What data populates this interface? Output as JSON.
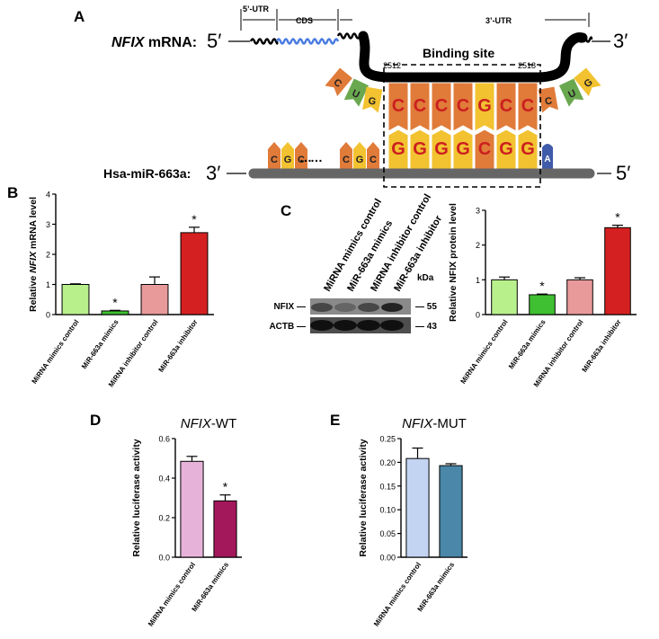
{
  "panels": {
    "A": "A",
    "B": "B",
    "C": "C",
    "D": "D",
    "E": "E"
  },
  "diagram": {
    "utr5": "5’-UTR",
    "cds": "CDS",
    "utr3": "3’-UTR",
    "mrna_gene": "NFIX",
    "mrna_suffix": " mRNA:",
    "mrna_five": "5′",
    "mrna_three": "3′",
    "binding_site": "Binding site",
    "pos_start": "2512",
    "pos_end": "2518",
    "mirna_label": "Hsa-miR-663a:",
    "mirna_three": "3′",
    "mirna_five": "5′",
    "top_bases": [
      "C",
      "C",
      "C",
      "C",
      "G",
      "C",
      "C"
    ],
    "bottom_bases": [
      "G",
      "G",
      "G",
      "G",
      "C",
      "G",
      "G"
    ],
    "left_flank_top": [
      "C",
      "U",
      "G"
    ],
    "right_flank_top": [
      "C",
      "U",
      "G"
    ],
    "left_mirna_bases": [
      "C",
      "G",
      "C"
    ],
    "dots": "……",
    "mid_mirna_bases": [
      "C",
      "G",
      "C"
    ],
    "right_mirna_base": "A",
    "colors": {
      "orange": "#e07b39",
      "yellow": "#f2c230",
      "green": "#6aa84f",
      "blue": "#3f5ba9",
      "red_letter": "#cc1f1f",
      "cds_wave": "#4a7be0"
    }
  },
  "blot": {
    "lanes": [
      "MiRNA mimics control",
      "MiR-663a mimics",
      "MiRNA inhibitor control",
      "MiR-663a inhibitor"
    ],
    "kda": "kDa",
    "rows": [
      {
        "label": "NFIX —",
        "size": "— 55"
      },
      {
        "label": "ACTB —",
        "size": "— 43"
      }
    ]
  },
  "chart_data": [
    {
      "panel": "B",
      "type": "bar",
      "categories": [
        "MiRNA mimics control",
        "MiR-663a mimics",
        "MiRNA inhibitor control",
        "MiR-663a inhibitor"
      ],
      "values": [
        1.0,
        0.12,
        1.0,
        2.72
      ],
      "errors": [
        0.02,
        0.02,
        0.25,
        0.18
      ],
      "significance": [
        "",
        "*",
        "",
        "*"
      ],
      "colors": [
        "#b8f08c",
        "#3fbf32",
        "#e89a9a",
        "#d42020"
      ],
      "ylabel_prefix": "Relative ",
      "ylabel_gene": "NFIX",
      "ylabel_suffix": " mRNA level",
      "ylim": [
        0,
        4
      ],
      "yticks": [
        "0",
        "1",
        "2",
        "3",
        "4"
      ]
    },
    {
      "panel": "C",
      "type": "bar",
      "categories": [
        "MiRNA mimics control",
        "MiR-663a mimics",
        "MiRNA inhibitor control",
        "MiR-663a inhibitor"
      ],
      "values": [
        1.0,
        0.57,
        1.0,
        2.5
      ],
      "errors": [
        0.08,
        0.02,
        0.06,
        0.07
      ],
      "significance": [
        "",
        "*",
        "",
        "*"
      ],
      "colors": [
        "#b8f08c",
        "#3fbf32",
        "#e89a9a",
        "#d42020"
      ],
      "ylabel": "Relative NFIX protein level",
      "ylim": [
        0,
        3
      ],
      "yticks": [
        "0",
        "1",
        "2",
        "3"
      ]
    },
    {
      "panel": "D",
      "type": "bar",
      "title_gene": "NFIX",
      "title_suffix": "-WT",
      "categories": [
        "MiRNA mimics control",
        "MiR-663a mimics"
      ],
      "values": [
        0.485,
        0.285
      ],
      "errors": [
        0.025,
        0.03
      ],
      "significance": [
        "",
        "*"
      ],
      "colors": [
        "#e7b2da",
        "#a3185a"
      ],
      "ylabel": "Relative luciferase activity",
      "ylim": [
        0,
        0.6
      ],
      "yticks": [
        "0.0",
        "0.2",
        "0.4",
        "0.6"
      ]
    },
    {
      "panel": "E",
      "type": "bar",
      "title_gene": "NFIX",
      "title_suffix": "-MUT",
      "categories": [
        "MiRNA mimics control",
        "MiR-663a mimics"
      ],
      "values": [
        0.208,
        0.193
      ],
      "errors": [
        0.022,
        0.004
      ],
      "significance": [
        "",
        ""
      ],
      "colors": [
        "#c3d3f2",
        "#4a87a8"
      ],
      "ylabel": "Relative luciferase activity",
      "ylim": [
        0,
        0.25
      ],
      "yticks": [
        "0.00",
        "0.05",
        "0.10",
        "0.15",
        "0.20",
        "0.25"
      ]
    }
  ]
}
